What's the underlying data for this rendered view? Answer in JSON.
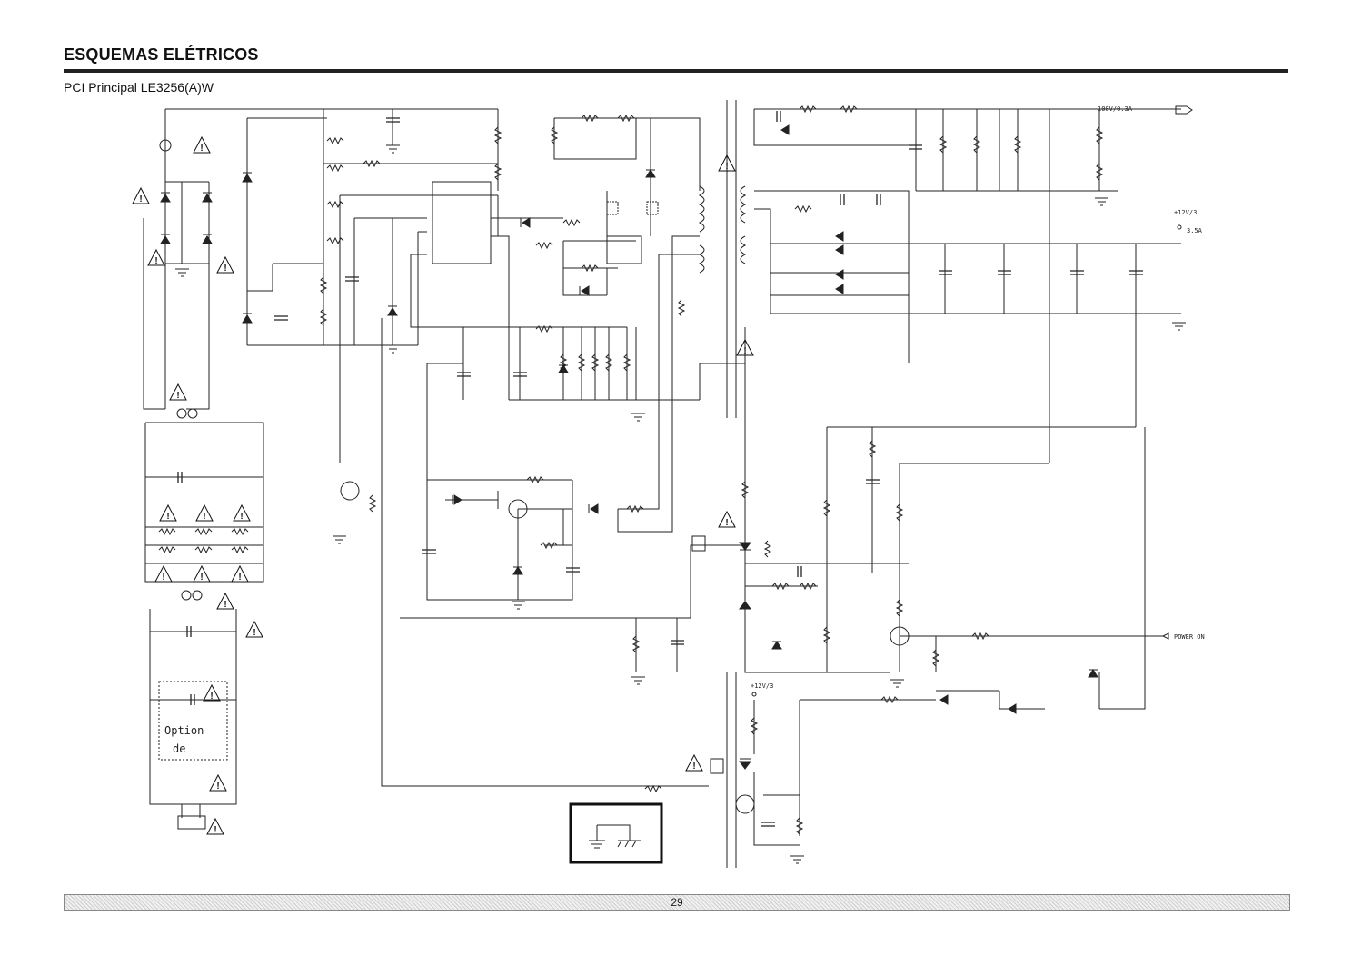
{
  "header": {
    "title": "ESQUEMAS ELÉTRICOS",
    "subtitle": "PCI Principal LE3256(A)W"
  },
  "footer": {
    "page_number": "29"
  },
  "schematic": {
    "option_note": {
      "line1": "Option",
      "line2": "de"
    },
    "output_labels": {
      "v100": "100V/0.3A",
      "v12_net": "+12V/3",
      "v12_current": "3.5A",
      "v12_sense": "+12V/3",
      "power_on": "POWER ON"
    },
    "warning_symbol": "!",
    "icons": [
      "warning-triangle-icon",
      "ground-icon",
      "chassis-ground-icon"
    ]
  }
}
